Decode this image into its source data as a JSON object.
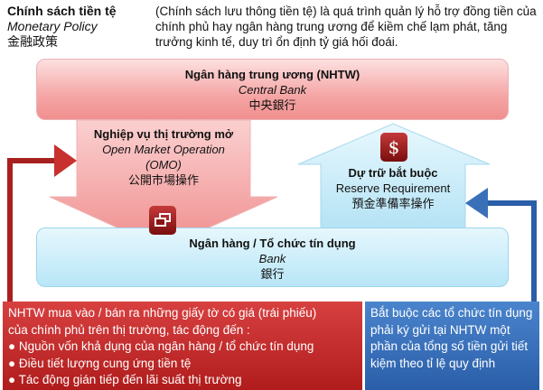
{
  "header": {
    "title_vi": "Chính sách tiền tệ",
    "title_en": "Monetary Policy",
    "title_jp": "金融政策",
    "description": "(Chính sách lưu thông tiền tệ) là quá trình quản lý hỗ trợ đồng tiền của chính phủ hay ngân hàng trung ương để kiềm chế lạm phát, tăng trưởng kinh tế, duy trì ổn định tỷ giá hối đoái."
  },
  "central_bank": {
    "vi": "Ngân hàng trung ương (NHTW)",
    "en": "Central Bank",
    "jp": "中央銀行"
  },
  "omo": {
    "vi": "Nghiệp vụ thị trường mở",
    "en": "Open Market Operation",
    "abbr": "(OMO)",
    "jp": "公開市場操作"
  },
  "reserve": {
    "vi": "Dự trữ bắt buộc",
    "en": "Reserve Requirement",
    "jp": "預金準備率操作",
    "icon": "$"
  },
  "bank": {
    "vi": "Ngân hàng / Tổ chức tín dụng",
    "en": "Bank",
    "jp": "銀行"
  },
  "omo_note": {
    "intro1": "NHTW mua vào / bán ra những giấy tờ có giá (trái phiếu)",
    "intro2": "của chính phủ trên thị trường, tác động đến :",
    "bullets": [
      "Nguồn vốn khả dụng của ngân hàng / tổ chức tín dụng",
      "Điều tiết lượng cung ứng tiền tệ",
      "Tác động gián tiếp đến lãi suất thị trường"
    ]
  },
  "reserve_note": {
    "text": "Bắt buộc các tổ chức tín dụng phải ký gửi tại NHTW một phần của tổng số tiền gửi tiết kiệm theo tỉ lệ quy định"
  },
  "colors": {
    "red": "#c0282a",
    "blue": "#3a70b8",
    "pink": "#f5a6a6",
    "light_blue": "#b8e6f7"
  }
}
